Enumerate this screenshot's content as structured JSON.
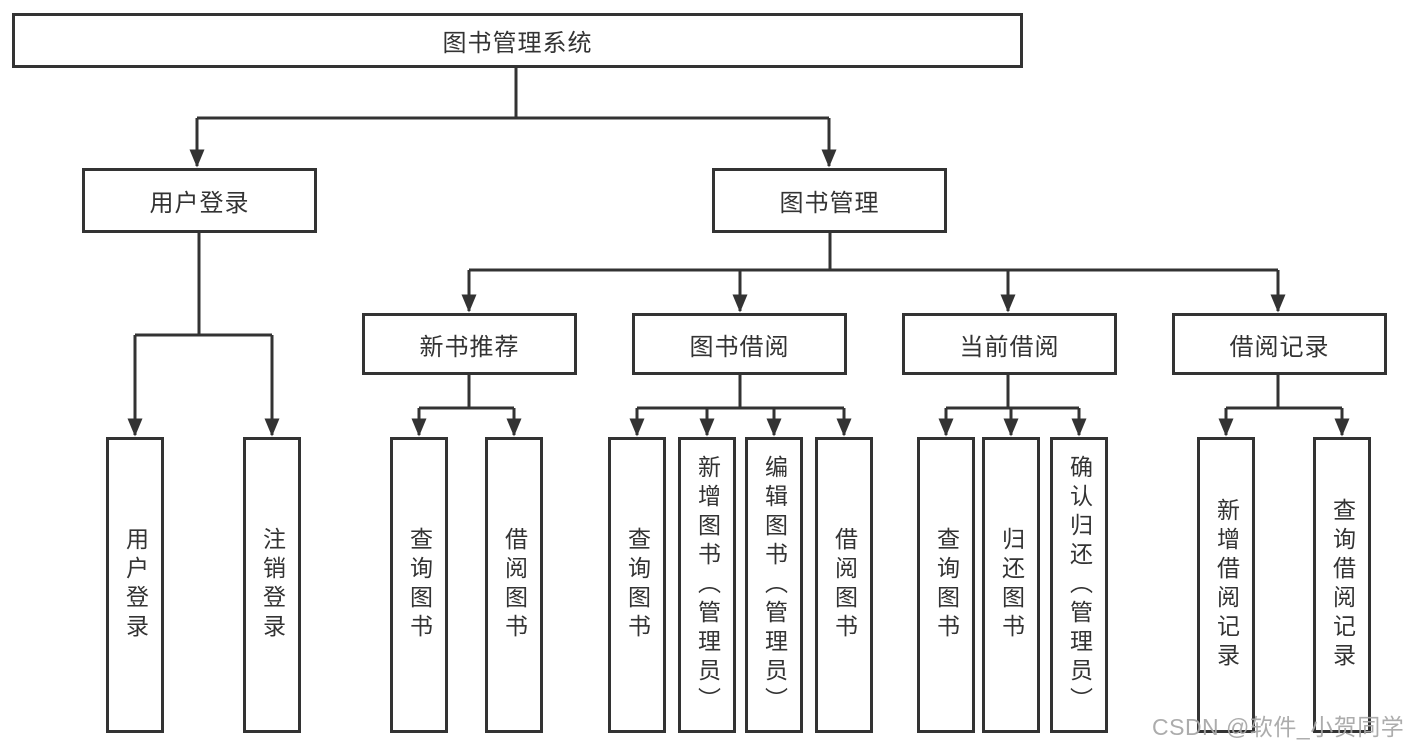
{
  "diagram": {
    "nodes": {
      "root": "图书管理系统",
      "user_login": "用户登录",
      "book_mgmt": "图书管理",
      "new_book": "新书推荐",
      "book_borrow": "图书借阅",
      "current_borrow": "当前借阅",
      "borrow_record": "借阅记录",
      "login_user": "用户登录",
      "login_logout": "注销登录",
      "newbook_query": "查询图书",
      "newbook_borrow": "借阅图书",
      "borrow_query": "查询图书",
      "borrow_add": "新增图书（管理员）",
      "borrow_edit": "编辑图书（管理员）",
      "borrow_borrow": "借阅图书",
      "current_query": "查询图书",
      "current_return": "归还图书",
      "current_confirm": "确认归还（管理员）",
      "record_add": "新增借阅记录",
      "record_query": "查询借阅记录"
    },
    "tree": {
      "图书管理系统": {
        "用户登录": [
          "用户登录",
          "注销登录"
        ],
        "图书管理": {
          "新书推荐": [
            "查询图书",
            "借阅图书"
          ],
          "图书借阅": [
            "查询图书",
            "新增图书（管理员）",
            "编辑图书（管理员）",
            "借阅图书"
          ],
          "当前借阅": [
            "查询图书",
            "归还图书",
            "确认归还（管理员）"
          ],
          "借阅记录": [
            "新增借阅记录",
            "查询借阅记录"
          ]
        }
      }
    }
  },
  "watermark": {
    "text": "CSDN @软件_小贺同学"
  },
  "colors": {
    "line": "#333333",
    "box_background": "#ffffff",
    "text": "#333333",
    "watermark": "#a8a8a8"
  }
}
